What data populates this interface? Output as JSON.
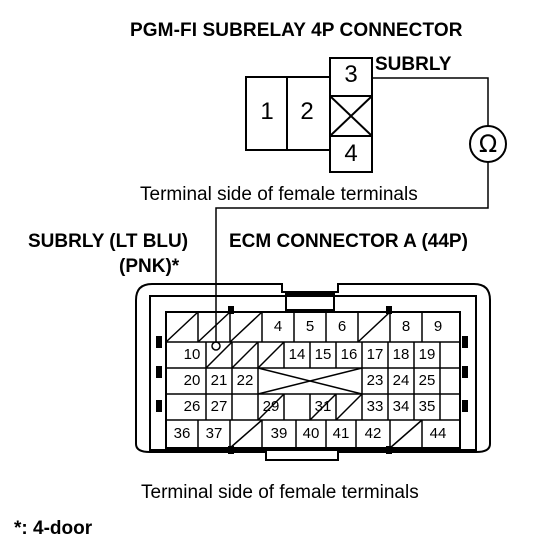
{
  "subrelay_connector": {
    "title": "PGM-FI SUBRELAY 4P CONNECTOR",
    "terminals": {
      "t1": "1",
      "t2": "2",
      "t3": "3",
      "t4": "4"
    },
    "terminal3_label": "SUBRLY",
    "caption": "Terminal side of female terminals"
  },
  "meter": {
    "symbol": "Ω",
    "icon": "ohmmeter-icon"
  },
  "wire": {
    "label_line1": "SUBRLY (LT BLU)",
    "label_line2": "(PNK)*"
  },
  "ecm_connector": {
    "title": "ECM CONNECTOR A (44P)",
    "caption": "Terminal side of female terminals",
    "row1": [
      "",
      "",
      "",
      "4",
      "5",
      "6",
      "",
      "",
      "8",
      "9"
    ],
    "row2": [
      "10",
      "",
      "",
      "",
      "14",
      "15",
      "16",
      "17",
      "18",
      "19"
    ],
    "row3": [
      "20",
      "21",
      "22",
      "",
      "",
      "",
      "",
      "23",
      "24",
      "25"
    ],
    "row4": [
      "26",
      "27",
      "",
      "29",
      "",
      "31",
      "",
      "33",
      "34",
      "35"
    ],
    "row5": [
      "36",
      "37",
      "",
      "39",
      "40",
      "41",
      "42",
      "",
      "44"
    ]
  },
  "footnote": "*: 4-door"
}
